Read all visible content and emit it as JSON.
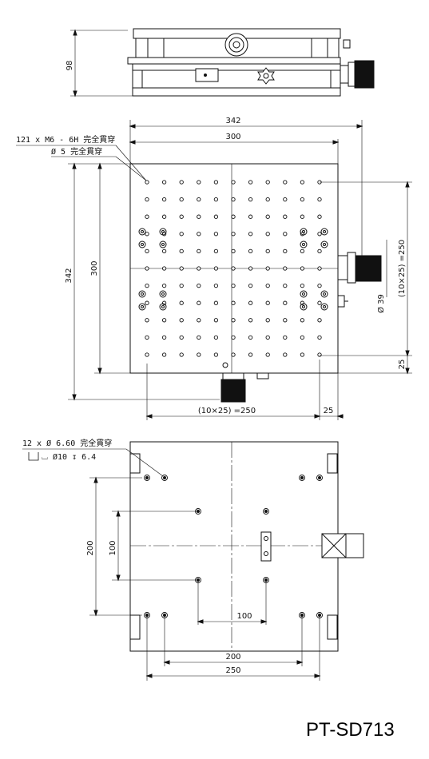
{
  "model": "PT-SD713",
  "side_view": {
    "height_dim": "98"
  },
  "top_view": {
    "dim_overall_width": "342",
    "dim_table_width": "300",
    "dim_overall_height": "342",
    "dim_table_height": "300",
    "note_holes_line1": "121 x  M6 - 6H 完全貫穿",
    "note_holes_line2": "Ø 5 完全貫穿",
    "dim_hole_pitch_x": "(10×25) =250",
    "dim_edge_x": "25",
    "dim_hole_pitch_y": "(10×25) =250",
    "dim_edge_y": "25",
    "dim_knob": "Ø 39"
  },
  "bottom_view": {
    "note_line1": "12 x  Ø 6.60 完全貫穿",
    "note_line2": "⌴ Ø10 ↧ 6.4",
    "dim_vert_outer": "200",
    "dim_vert_inner": "100",
    "dim_horiz_inner": "100",
    "dim_horiz_mid": "200",
    "dim_horiz_outer": "250"
  }
}
